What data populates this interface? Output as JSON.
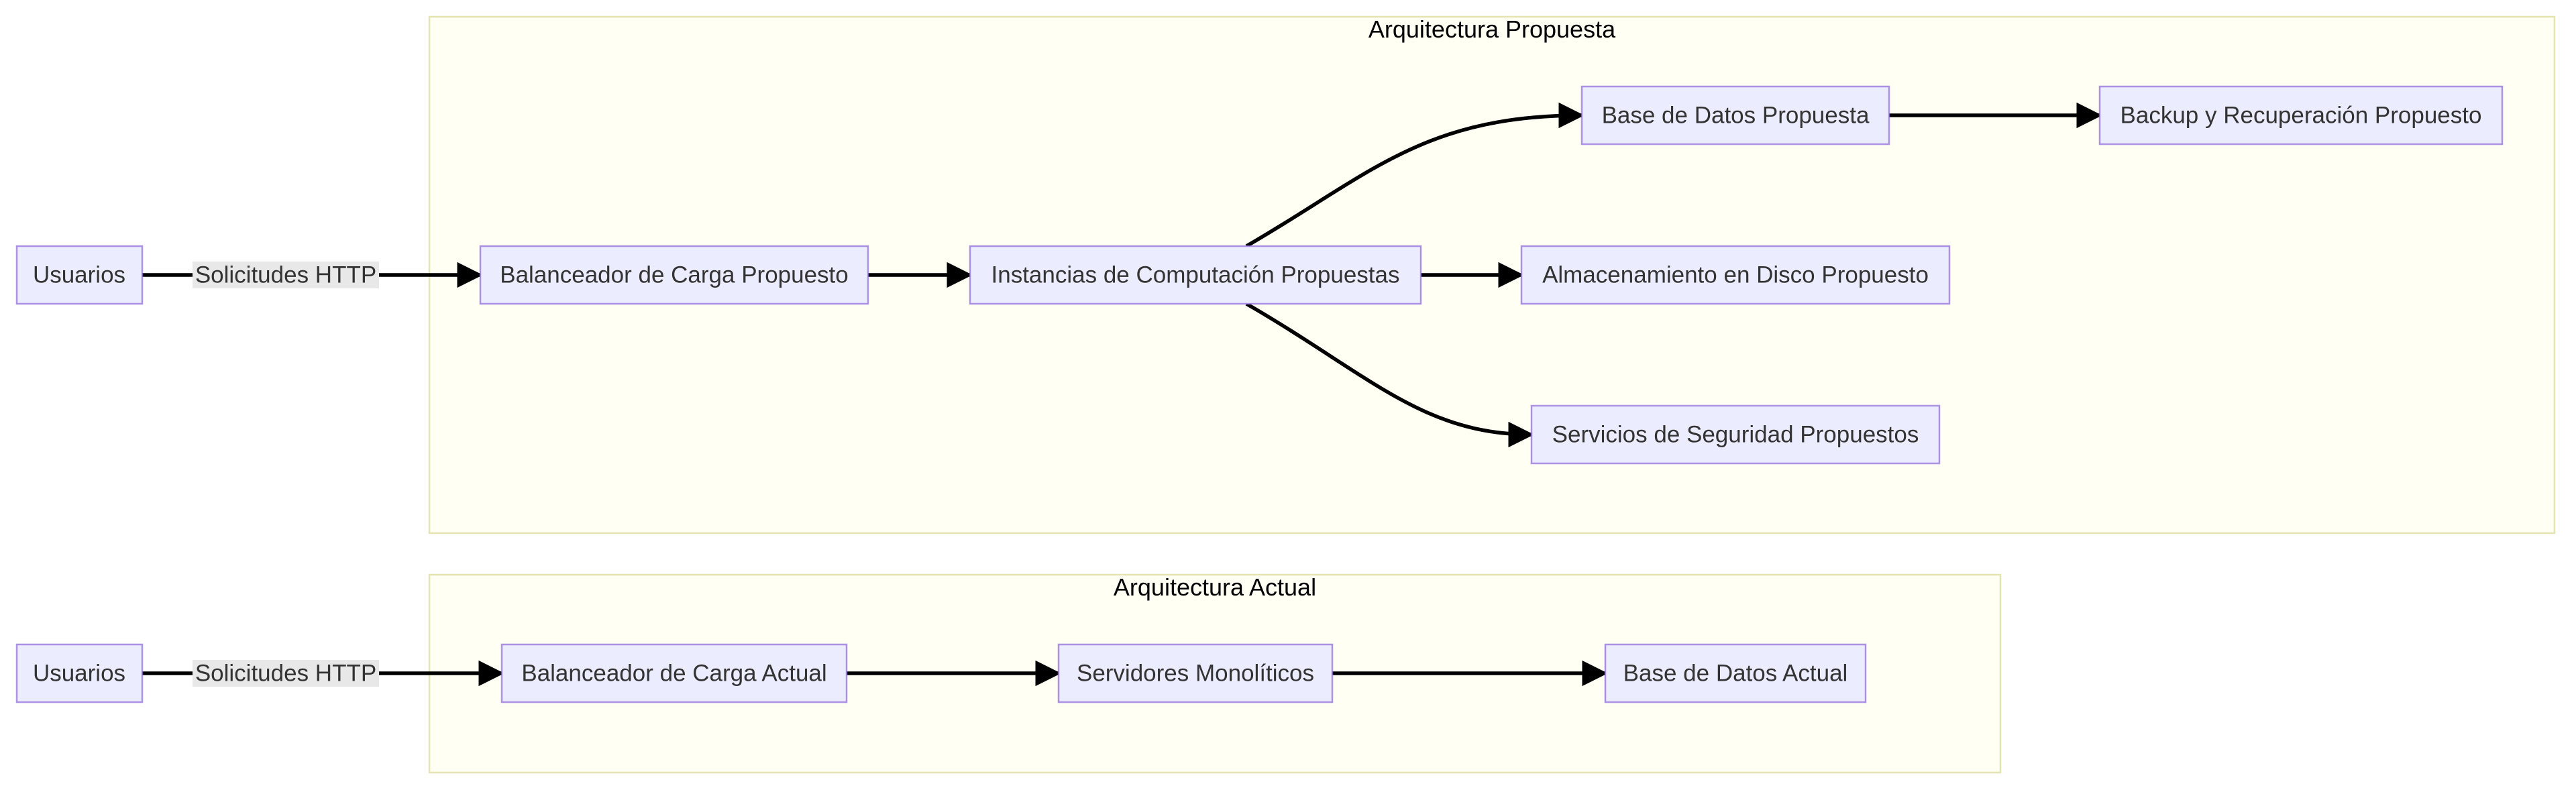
{
  "clusters": {
    "proposed": {
      "title": "Arquitectura Propuesta"
    },
    "current": {
      "title": "Arquitectura Actual"
    }
  },
  "nodes": {
    "users_proposed": "Usuarios",
    "lb_proposed": "Balanceador de Carga Propuesto",
    "compute_proposed": "Instancias de Computación Propuestas",
    "db_proposed": "Base de Datos Propuesta",
    "backup_proposed": "Backup y Recuperación Propuesto",
    "disk_proposed": "Almacenamiento en Disco Propuesto",
    "security_proposed": "Servicios de Seguridad Propuestos",
    "users_current": "Usuarios",
    "lb_current": "Balanceador de Carga Actual",
    "servers_current": "Servidores Monolíticos",
    "db_current": "Base de Datos Actual"
  },
  "edge_labels": {
    "users_to_lb_proposed": "Solicitudes HTTP",
    "users_to_lb_current": "Solicitudes HTTP"
  },
  "colors": {
    "node_fill": "#ececff",
    "node_stroke": "#9370db",
    "cluster_fill": "#ffffde",
    "cluster_stroke": "#e3e3b4",
    "edge": "#000000"
  }
}
